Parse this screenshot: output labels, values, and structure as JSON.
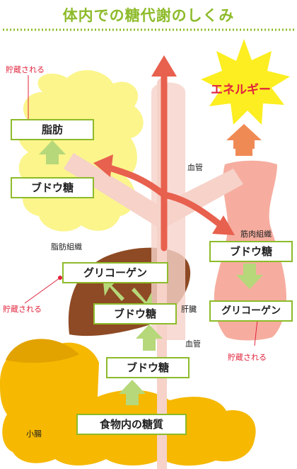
{
  "title": "体内での糖代謝のしくみ",
  "energy": "エネルギー",
  "boxes": {
    "fat": "脂肪",
    "glucose_fat": "ブドウ糖",
    "glycogen_liver": "グリコーゲン",
    "glucose_liver": "ブドウ糖",
    "glucose_blood": "ブドウ糖",
    "food_sugar": "食物内の糖質",
    "glucose_muscle": "ブドウ糖",
    "glycogen_muscle": "グリコーゲン"
  },
  "labels": {
    "stored_fat": "貯蔵される",
    "adipose": "脂肪組織",
    "stored_liver": "貯蔵される",
    "liver": "肝臓",
    "blood_vessel_top": "血管",
    "blood_vessel_bottom": "血管",
    "muscle": "筋肉組織",
    "stored_muscle": "貯蔵される",
    "small_intestine": "小腸"
  },
  "colors": {
    "accent_green": "#8dbb2a",
    "arrow_red": "#e8604e",
    "vessel_pink": "#f6d2c9",
    "fat_yellow": "#fbf58c",
    "liver_brown": "#8e4a24",
    "intestine_yellow": "#f6b800",
    "muscle_pink": "#f5a99a",
    "text_red": "#e0233c"
  }
}
